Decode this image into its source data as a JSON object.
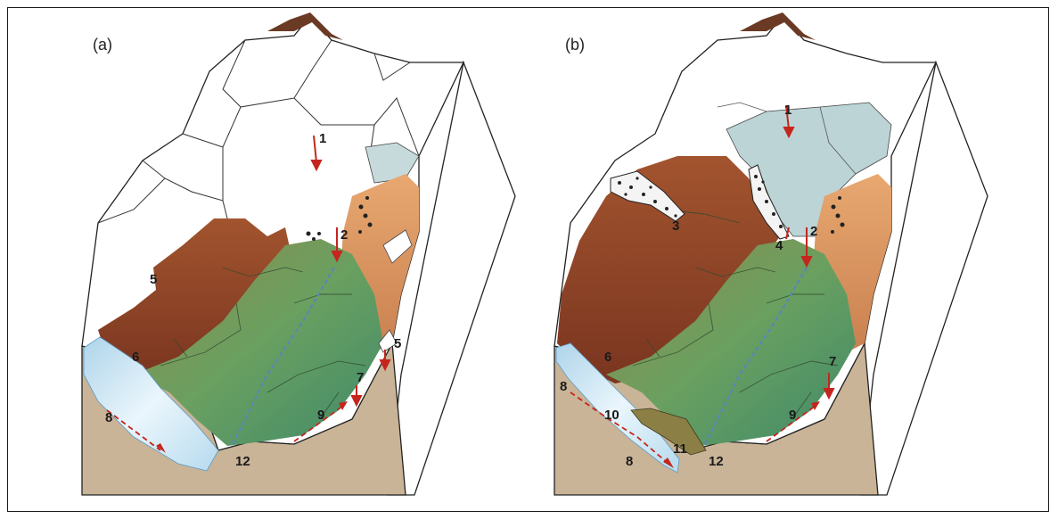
{
  "panels": [
    {
      "label": "(a)",
      "annotations": [
        "1",
        "2",
        "5",
        "5",
        "6",
        "7",
        "8",
        "9",
        "12"
      ]
    },
    {
      "label": "(b)",
      "annotations": [
        "1",
        "2",
        "3",
        "4",
        "6",
        "7",
        "8",
        "8",
        "9",
        "10",
        "11",
        "12"
      ]
    }
  ],
  "colors": {
    "ground": "#c9b497",
    "glacier": "#ffffff",
    "lake": "#bcd4d6",
    "moraine_brown": "#8a3e22",
    "slope_orange": "#dc9661",
    "valley_green": "#5e9a62",
    "arrow_red": "#c4261d",
    "channel_blue": "#5a86b6",
    "ice_edge": "#d6ecf5"
  }
}
